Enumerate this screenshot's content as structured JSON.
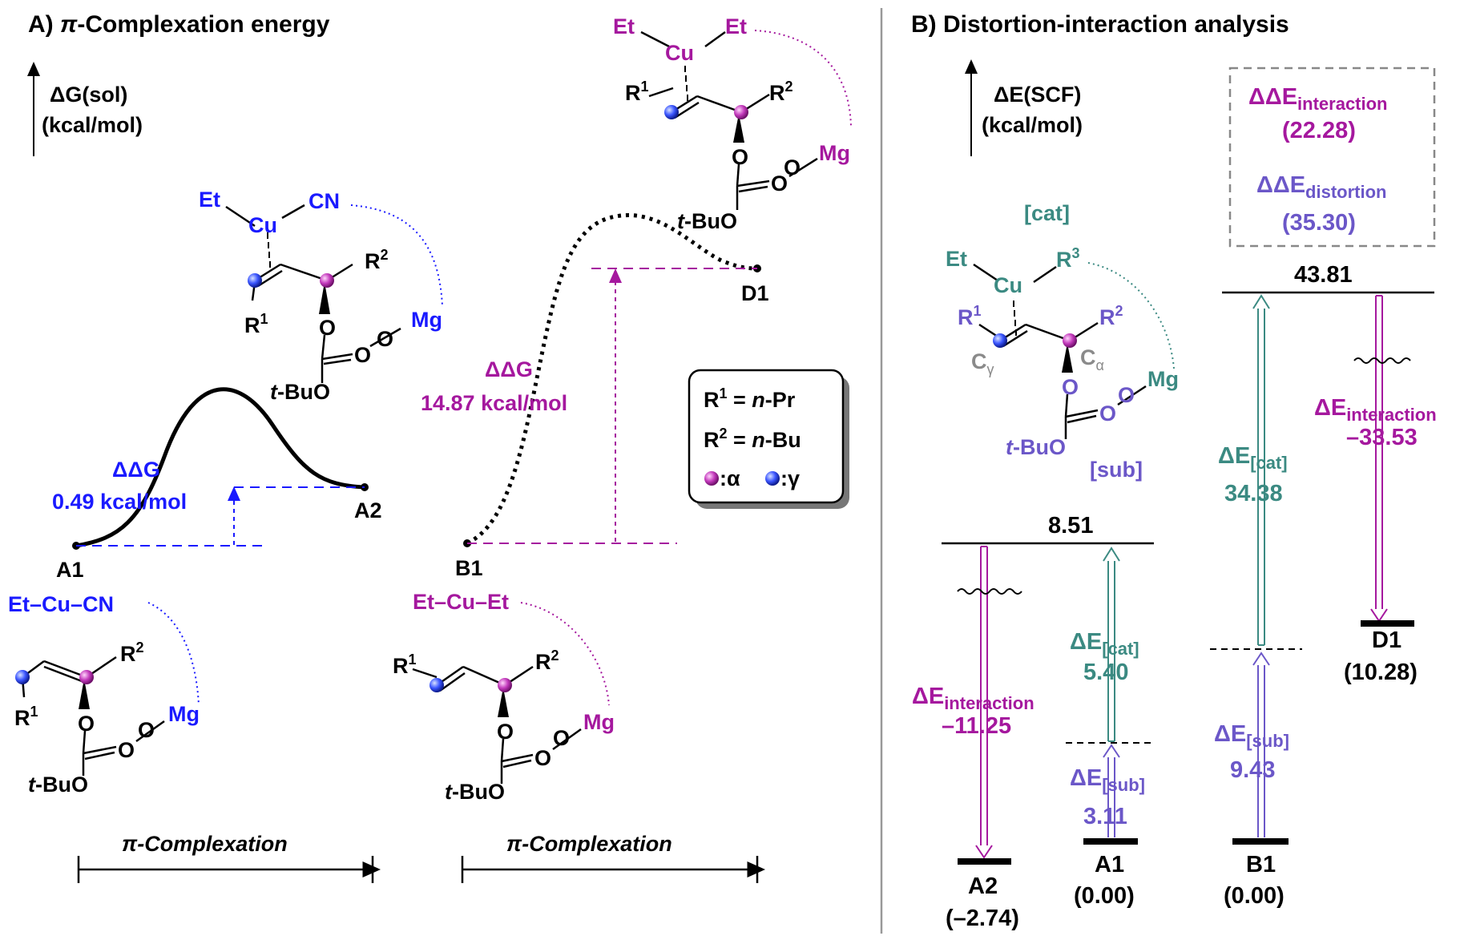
{
  "colors": {
    "blue": "#1a1aff",
    "magenta": "#a5189e",
    "teal": "#3b8a82",
    "violet": "#6b57c8",
    "grey": "#8a8a8a",
    "black": "#000000"
  },
  "panelA": {
    "title_prefix": "A) ",
    "title_pi": "π",
    "title_rest": "-Complexation energy",
    "axis_l1": "ΔG(sol)",
    "axis_l2": "(kcal/mol)",
    "ddg1_label": "ΔΔG",
    "ddg1_value": "0.49 kcal/mol",
    "ddg2_label": "ΔΔG",
    "ddg2_value": "14.87 kcal/mol",
    "pts": {
      "a1": "A1",
      "a2": "A2",
      "b1": "B1",
      "d1": "D1"
    },
    "legend": {
      "r1_pre": "R",
      "r1_sup": "1",
      "r1_eq": " = ",
      "r1_n": "n",
      "r1_rest": "-Pr",
      "r2_pre": "R",
      "r2_sup": "2",
      "r2_eq": " = ",
      "r2_n": "n",
      "r2_rest": "-Bu",
      "alpha": ":α",
      "gamma": ":γ"
    },
    "scale": {
      "pi": "π",
      "rest": "-Complexation"
    },
    "mol_a2": {
      "et": "Et",
      "cu": "Cu",
      "cn": "CN",
      "r1": "R",
      "r1s": "1",
      "r2": "R",
      "r2s": "2",
      "mg": "Mg",
      "o1": "O",
      "o2": "O",
      "o3": "O",
      "tbu_t": "t",
      "tbu": "-BuO"
    },
    "mol_d1": {
      "et1": "Et",
      "cu": "Cu",
      "et2": "Et",
      "r1": "R",
      "r1s": "1",
      "r2": "R",
      "r2s": "2",
      "mg": "Mg",
      "o1": "O",
      "o2": "O",
      "o3": "O",
      "tbu_t": "t",
      "tbu": "-BuO"
    },
    "mol_a1": {
      "chain": "Et–Cu–CN",
      "r1": "R",
      "r1s": "1",
      "r2": "R",
      "r2s": "2",
      "mg": "Mg",
      "o1": "O",
      "o2": "O",
      "o3": "O",
      "tbu_t": "t",
      "tbu": "-BuO"
    },
    "mol_b1": {
      "chain": "Et–Cu–Et",
      "r1": "R",
      "r1s": "1",
      "r2": "R",
      "r2s": "2",
      "mg": "Mg",
      "o1": "O",
      "o2": "O",
      "o3": "O",
      "tbu_t": "t",
      "tbu": "-BuO"
    }
  },
  "panelB": {
    "title": "B) Distortion-interaction analysis",
    "axis_l1": "ΔE(SCF)",
    "axis_l2": "(kcal/mol)",
    "box": {
      "int_main": "ΔΔE",
      "int_sub": "interaction",
      "int_val": "(22.28)",
      "dist_main": "ΔΔE",
      "dist_sub": "distortion",
      "dist_val": "(35.30)"
    },
    "mol": {
      "cat": "[cat]",
      "et": "Et",
      "cu": "Cu",
      "r3": "R",
      "r3s": "3",
      "r1": "R",
      "r1s": "1",
      "r2": "R",
      "r2s": "2",
      "cg": "C",
      "cgs": "γ",
      "ca": "C",
      "cas": "α",
      "mg": "Mg",
      "o1": "O",
      "o2": "O",
      "o3": "O",
      "tbu_t": "t",
      "tbu": "-BuO",
      "sub": "[sub]"
    },
    "top_left": "8.51",
    "top_right": "43.81",
    "left": {
      "int_main": "ΔE",
      "int_sub": "interaction",
      "int_val": "–11.25",
      "cat_main": "ΔE",
      "cat_sub": "[cat]",
      "cat_val": "5.40",
      "sub_main": "ΔE",
      "sub_sub": "[sub]",
      "sub_val": "3.11",
      "a2": "A2",
      "a2v": "(–2.74)",
      "a1": "A1",
      "a1v": "(0.00)"
    },
    "right": {
      "cat_main": "ΔE",
      "cat_sub": "[cat]",
      "cat_val": "34.38",
      "sub_main": "ΔE",
      "sub_sub": "[sub]",
      "sub_val": "9.43",
      "int_main": "ΔE",
      "int_sub": "interaction",
      "int_val": "–33.53",
      "b1": "B1",
      "b1v": "(0.00)",
      "d1": "D1",
      "d1v": "(10.28)"
    }
  }
}
